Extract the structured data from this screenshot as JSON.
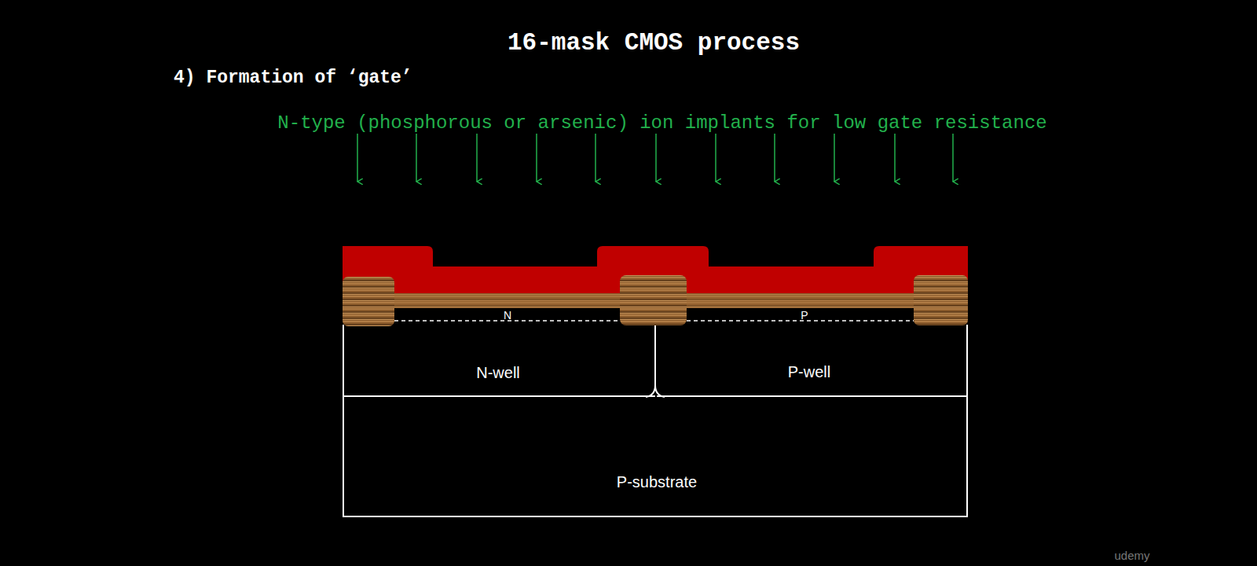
{
  "diagram": {
    "title": "16-mask CMOS process",
    "nodes": [
      {
        "text": [
          "P-substrate"
        ]
      },
      {
        "text": [
          "N-well"
        ],
        "in": 0
      },
      {
        "text": [
          "P-well"
        ],
        "in": 0
      }
    ],
    "labels": [
      "4) Formation of ‘gate’",
      "N-type (phosphorous or arsenic) ion implants for low gate resistance",
      "N",
      "P",
      "udemy"
    ]
  }
}
